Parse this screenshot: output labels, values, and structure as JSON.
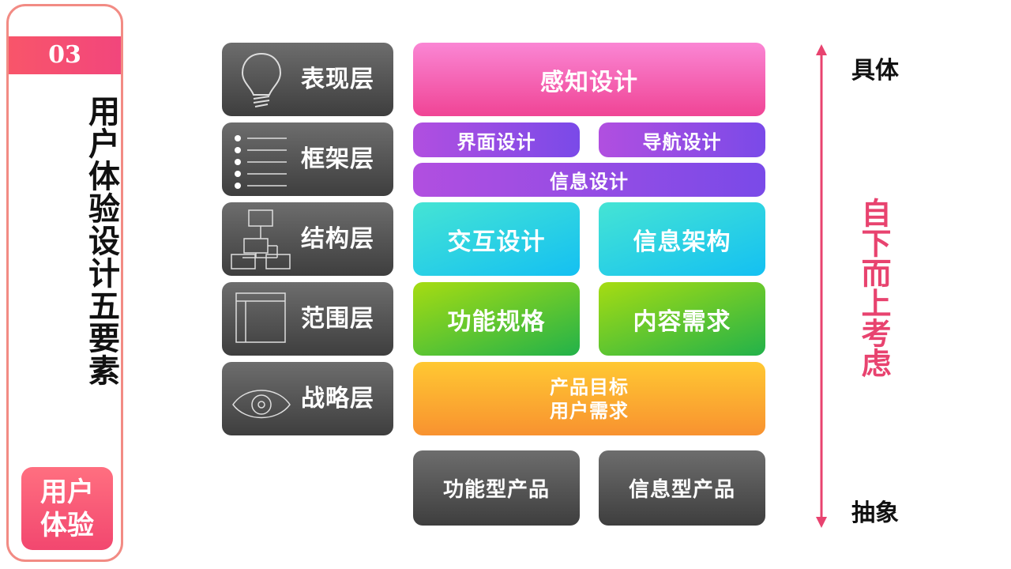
{
  "sidebar": {
    "number": "03",
    "title": "用户体验设计五要素",
    "badge": "用户\n体验"
  },
  "layers": [
    {
      "label": "表现层",
      "icon": "lightbulb-icon"
    },
    {
      "label": "框架层",
      "icon": "list-icon"
    },
    {
      "label": "结构层",
      "icon": "hierarchy-icon"
    },
    {
      "label": "范围层",
      "icon": "layout-icon"
    },
    {
      "label": "战略层",
      "icon": "eye-icon"
    }
  ],
  "blocks": {
    "perception": "感知设计",
    "interface": "界面设计",
    "navigation": "导航设计",
    "information_design": "信息设计",
    "interaction": "交互设计",
    "architecture": "信息架构",
    "functional_spec": "功能规格",
    "content_req": "内容需求",
    "strategy": "产品目标\n用户需求",
    "functional_product": "功能型产品",
    "information_product": "信息型产品"
  },
  "axis": {
    "top": "具体",
    "bottom": "抽象",
    "direction": "自下而上考虑",
    "color": "#e8436f"
  }
}
